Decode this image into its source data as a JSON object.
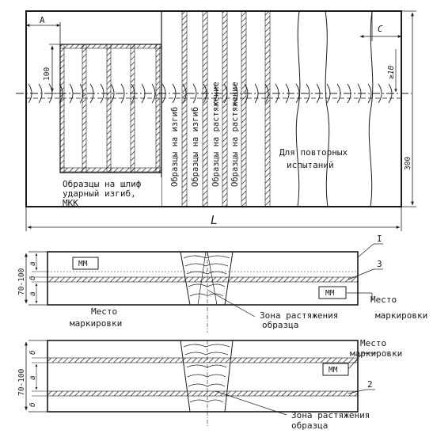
{
  "top_view": {
    "dim_A": "A",
    "dim_C": "C",
    "dim_100": "100",
    "dim_300": "300",
    "dim_small_right": "≥10",
    "dim_L": "L",
    "label_impact": "Образцы на шлиф ударный изгиб, МКК",
    "label_bend_1": "Образцы на изгиб",
    "label_bend_2": "Образцы на изгиб",
    "label_tension_1": "Образцы на растяжение",
    "label_tension_2": "Образцы на растяжение",
    "label_repeat": "Для повторных испытаний"
  },
  "section_1": {
    "dim_height": "70-100",
    "dim_a_top": "a",
    "dim_b": "б",
    "dim_a_bottom": "a",
    "mark_left": "ММ",
    "mark_right": "ММ",
    "callout_1": "I",
    "callout_3": "3",
    "label_place_right": "Место маркировки",
    "label_place_left": "Место маркировки",
    "label_tension_zone": "Зона растяжения образца"
  },
  "section_2": {
    "dim_height": "70-100",
    "dim_b_top": "б",
    "dim_a_mid": "a",
    "dim_b_bottom": "б",
    "mark_right": "ММ",
    "callout_2": "2",
    "label_place": "Место маркировки",
    "label_tension_zone": "Зона растяжения образца"
  },
  "colors": {
    "ink": "#1a1a1a",
    "paper": "#ffffff"
  }
}
